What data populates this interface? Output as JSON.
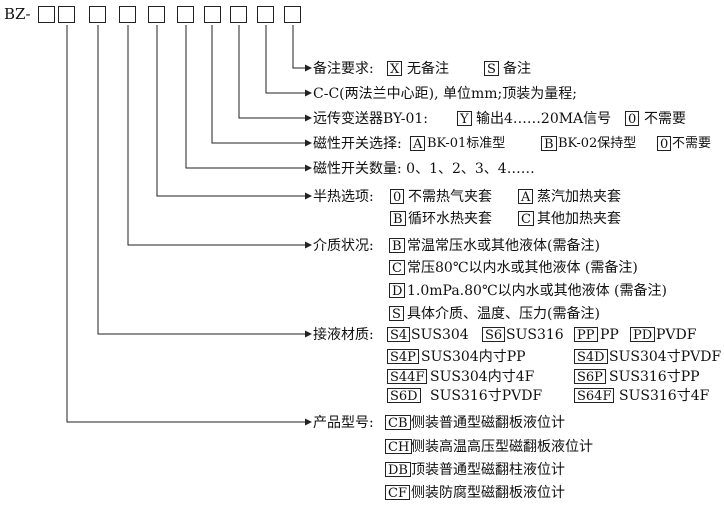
{
  "title": {
    "prefix": "BZ-"
  },
  "rows": {
    "remarks": {
      "label": "备注要求:",
      "o1_code": "X",
      "o1_text": "无备注",
      "o2_code": "S",
      "o2_text": "备注"
    },
    "cc": {
      "label": "C-C(两法兰中心距), 单位mm;顶装为量程;"
    },
    "transmitter": {
      "label": "远传变送器BY-01:",
      "o1_code": "Y",
      "o1_text": "输出4……20MA信号",
      "o2_code": "0",
      "o2_text": "不需要"
    },
    "switch_select": {
      "label": "磁性开关选择:",
      "o1_code": "A",
      "o1_text": "BK-01标准型",
      "o2_code": "B",
      "o2_text": "BK-02保持型",
      "o3_code": "0",
      "o3_text": "不需要"
    },
    "switch_qty": {
      "label": "磁性开关数量: 0、1、2、3、4……"
    },
    "heating": {
      "label": "半热选项:",
      "o1_code": "0",
      "o1_text": "不需热气夹套",
      "o2_code": "A",
      "o2_text": "蒸汽加热夹套",
      "o3_code": "B",
      "o3_text": "循环水热夹套",
      "o4_code": "C",
      "o4_text": "其他加热夹套"
    },
    "medium": {
      "label": "介质状况:",
      "o1_code": "B",
      "o1_text": "常温常压水或其他液体(需备注)",
      "o2_code": "C",
      "o2_text": "常压80℃以内水或其他液体 (需备注)",
      "o3_code": "D",
      "o3_text": "1.0mPa.80℃以内水或其他液体 (需备注)",
      "o4_code": "S",
      "o4_text": "具体介质、温度、压力(需备注)"
    },
    "material": {
      "label": "接液材质:",
      "o1_code": "S4",
      "o1_text": "SUS304",
      "o2_code": "S6",
      "o2_text": "SUS316",
      "o3_code": "PP",
      "o3_text": "PP",
      "o4_code": "PD",
      "o4_text": "PVDF",
      "o5_code": "S4P",
      "o5_text": "SUS304内寸PP",
      "o6_code": "S4D",
      "o6_text": "SUS304寸PVDF",
      "o7_code": "S44F",
      "o7_text": "SUS304内寸4F",
      "o8_code": "S6P",
      "o8_text": "SUS316寸PP",
      "o9_code": "S6D",
      "o9_text": "SUS316寸PVDF",
      "o10_code": "S64F",
      "o10_text": "SUS316寸4F"
    },
    "product": {
      "label": "产品型号:",
      "o1_code": "CB",
      "o1_text": "侧装普通型磁翻板液位计",
      "o2_code": "CH",
      "o2_text": "侧装高温高压型磁翻板液位计",
      "o3_code": "DB",
      "o3_text": "顶装普通型磁翻柱液位计",
      "o4_code": "CF",
      "o4_text": "侧装防腐型磁翻板液位计"
    }
  }
}
